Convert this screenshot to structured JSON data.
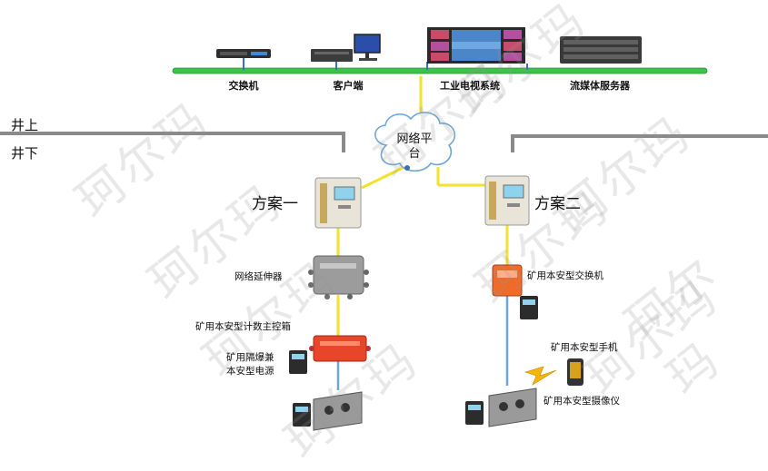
{
  "top_devices": {
    "switch": "交换机",
    "client": "客户端",
    "cctv": "工业电视系统",
    "media_server": "流媒体服务器"
  },
  "ground": {
    "above": "井上",
    "below": "井下"
  },
  "cloud": {
    "line1": "网络平",
    "line2": "台"
  },
  "plan1": {
    "title": "方案一",
    "extender": "网络延伸器",
    "master_box": "矿用本安型计数主控箱",
    "power_line1": "矿用隔爆兼",
    "power_line2": "本安型电源"
  },
  "plan2": {
    "title": "方案二",
    "switch": "矿用本安型交换机",
    "phone": "矿用本安型手机",
    "camera": "矿用本安型摄像仪"
  },
  "watermark": "珂尔玛",
  "colors": {
    "bus": "#3cc24a",
    "fiber": "#f2e22c",
    "copper": "#6fa6d8",
    "ground_line": "#888888"
  }
}
